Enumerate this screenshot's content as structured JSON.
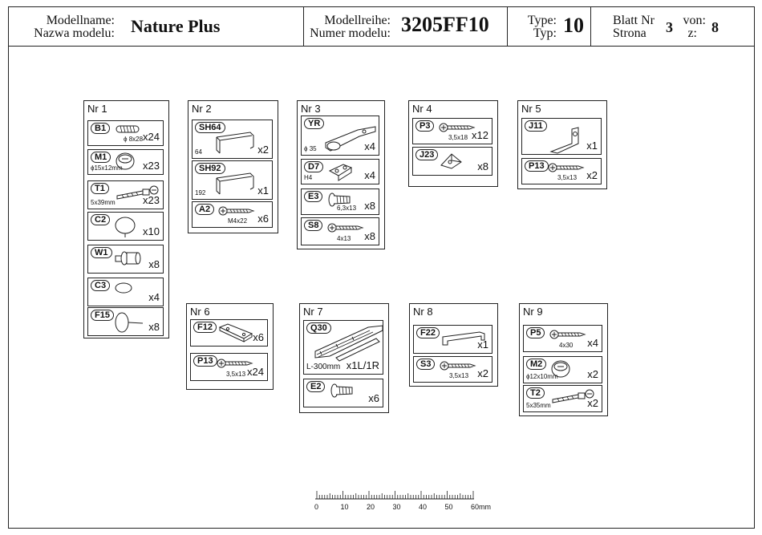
{
  "header": {
    "model_name_label_de": "Modellname:",
    "model_name_label_pl": "Nazwa modelu:",
    "model_name": "Nature Plus",
    "series_label_de": "Modellreihe:",
    "series_label_pl": "Numer modelu:",
    "series": "3205FF10",
    "type_label_de": "Type:",
    "type_label_pl": "Typ:",
    "type": "10",
    "sheet_label_de": "Blatt Nr",
    "sheet_label_pl": "Strona",
    "sheet": "3",
    "of_label_de": "von:",
    "of_label_pl": "z:",
    "sheet_total": "8"
  },
  "groups": [
    {
      "title": "Nr 1",
      "items": [
        {
          "code": "B1",
          "dim": "ϕ 8x28",
          "qty": "x24",
          "icon": "dowel-icon"
        },
        {
          "code": "M1",
          "dim": "ϕ15x12mm",
          "qty": "x23",
          "icon": "cam-lock-icon"
        },
        {
          "code": "T1",
          "dim": "5x39mm",
          "qty": "x23",
          "icon": "cam-bolt-icon"
        },
        {
          "code": "C2",
          "dim": "",
          "qty": "x10",
          "icon": "glide-icon"
        },
        {
          "code": "W1",
          "dim": "",
          "qty": "x8",
          "icon": "connector-icon"
        },
        {
          "code": "C3",
          "dim": "",
          "qty": "x4",
          "icon": "cap-icon"
        },
        {
          "code": "F15",
          "dim": "",
          "qty": "x8",
          "icon": "nail-glide-icon"
        }
      ]
    },
    {
      "title": "Nr 2",
      "items": [
        {
          "code": "SH64",
          "dim": "64",
          "qty": "x2",
          "icon": "handle-icon"
        },
        {
          "code": "SH92",
          "dim": "192",
          "qty": "x1",
          "icon": "handle-icon"
        },
        {
          "code": "A2",
          "dim": "M4x22",
          "qty": "x6",
          "icon": "screw-icon"
        }
      ]
    },
    {
      "title": "Nr 3",
      "items": [
        {
          "code": "YR",
          "dim": "ϕ 35",
          "qty": "x4",
          "icon": "hinge-icon"
        },
        {
          "code": "D7",
          "dim": "H4",
          "qty": "x4",
          "icon": "hinge-plate-icon"
        },
        {
          "code": "E3",
          "dim": "6,3x13",
          "qty": "x8",
          "icon": "euro-screw-icon"
        },
        {
          "code": "S8",
          "dim": "4x13",
          "qty": "x8",
          "icon": "screw-icon"
        }
      ]
    },
    {
      "title": "Nr 4",
      "items": [
        {
          "code": "P3",
          "dim": "3,5x18",
          "qty": "x12",
          "icon": "screw-icon"
        },
        {
          "code": "J23",
          "dim": "",
          "qty": "x8",
          "icon": "corner-block-icon"
        }
      ]
    },
    {
      "title": "Nr 5",
      "items": [
        {
          "code": "J11",
          "dim": "",
          "qty": "x1",
          "icon": "angle-bracket-icon"
        },
        {
          "code": "P13",
          "dim": "3,5x13",
          "qty": "x2",
          "icon": "screw-icon"
        }
      ]
    },
    {
      "title": "Nr 6",
      "items": [
        {
          "code": "F12",
          "dim": "",
          "qty": "x6",
          "icon": "plate-icon"
        },
        {
          "code": "P13",
          "dim": "3,5x13",
          "qty": "x24",
          "icon": "screw-icon"
        }
      ]
    },
    {
      "title": "Nr 7",
      "items": [
        {
          "code": "Q30",
          "dim": "L-300mm",
          "qty": "x1L/1R",
          "icon": "drawer-slide-icon"
        },
        {
          "code": "E2",
          "dim": "",
          "qty": "x6",
          "icon": "euro-screw-icon"
        }
      ]
    },
    {
      "title": "Nr 8",
      "items": [
        {
          "code": "F22",
          "dim": "",
          "qty": "x1",
          "icon": "handle-bar-icon"
        },
        {
          "code": "S3",
          "dim": "3,5x13",
          "qty": "x2",
          "icon": "screw-icon"
        }
      ]
    },
    {
      "title": "Nr 9",
      "items": [
        {
          "code": "P5",
          "dim": "4x30",
          "qty": "x4",
          "icon": "screw-icon"
        },
        {
          "code": "M2",
          "dim": "ϕ12x10mm",
          "qty": "x2",
          "icon": "cam-lock-icon"
        },
        {
          "code": "T2",
          "dim": "5x35mm",
          "qty": "x2",
          "icon": "cam-bolt-icon"
        }
      ]
    }
  ],
  "ruler": {
    "labels": [
      "0",
      "10",
      "20",
      "30",
      "40",
      "50",
      "60mm"
    ]
  }
}
